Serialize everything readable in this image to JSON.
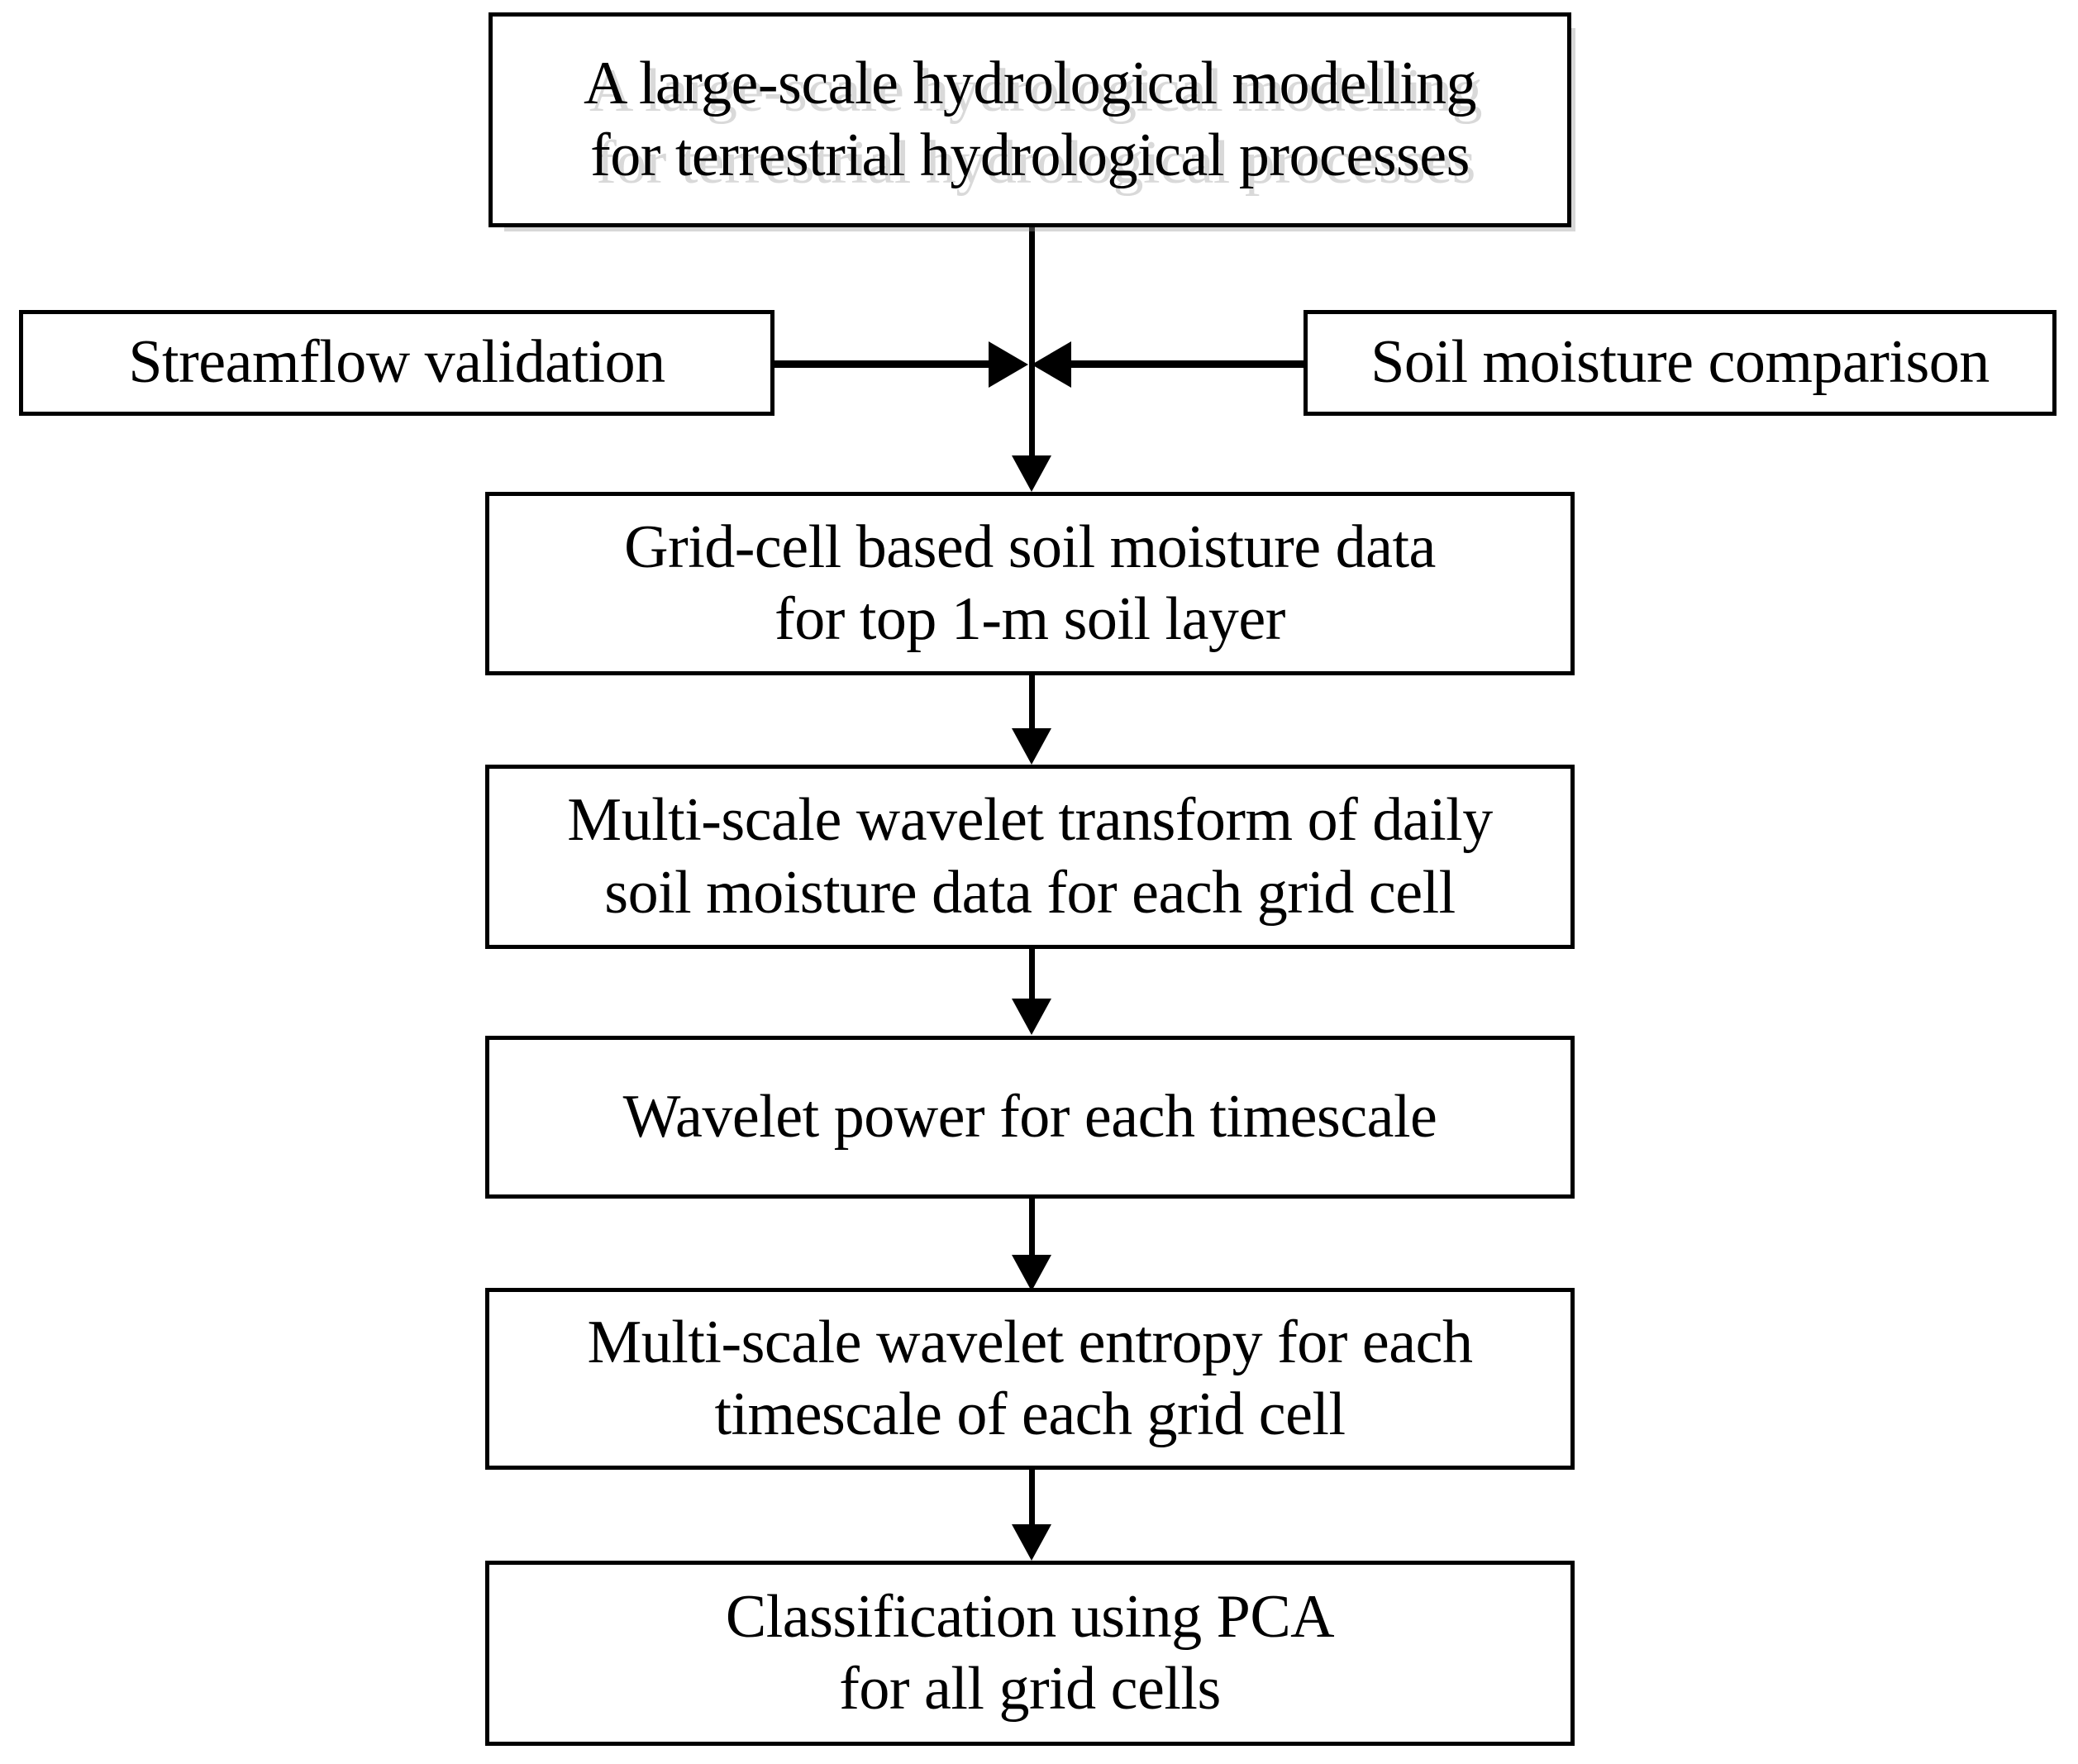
{
  "diagram": {
    "title_box": {
      "lines": [
        "A large-scale hydrological modelling",
        "for terrestrial hydrological processes"
      ]
    },
    "left_box": {
      "lines": [
        "Streamflow validation"
      ]
    },
    "right_box": {
      "lines": [
        "Soil moisture comparison"
      ]
    },
    "step_grid_cell": {
      "lines": [
        "Grid-cell based soil moisture data",
        "for top 1-m soil layer"
      ]
    },
    "step_wavelet_transform": {
      "lines": [
        "Multi-scale wavelet transform of daily",
        "soil moisture data for each grid cell"
      ]
    },
    "step_wavelet_power": {
      "lines": [
        "Wavelet power for each timescale"
      ]
    },
    "step_wavelet_entropy": {
      "lines": [
        "Multi-scale wavelet entropy for each",
        "timescale of each grid cell"
      ]
    },
    "step_classification": {
      "lines": [
        "Classification using PCA",
        "for all grid cells"
      ]
    },
    "colors": {
      "stroke": "#000000",
      "background": "#ffffff",
      "shadow": "#aaaaaa"
    }
  }
}
